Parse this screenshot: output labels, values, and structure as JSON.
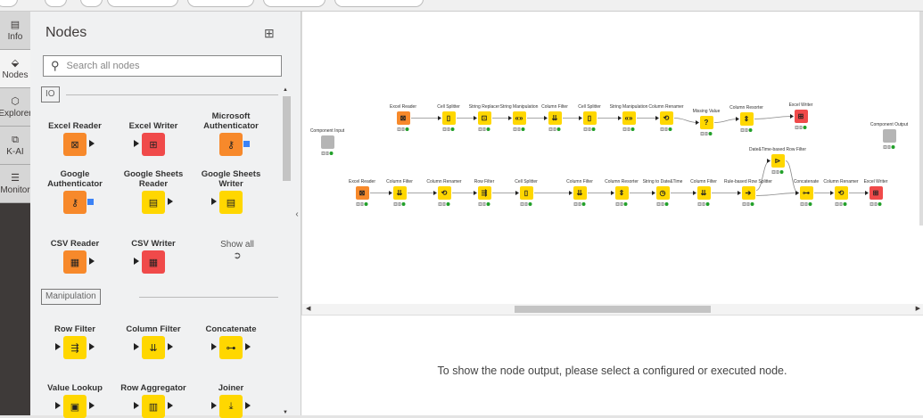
{
  "rail": {
    "items": [
      {
        "label": "Info",
        "icon": "info-icon"
      },
      {
        "label": "Nodes",
        "icon": "nodes-icon",
        "active": true
      },
      {
        "label": "Explorer",
        "icon": "explorer-icon"
      },
      {
        "label": "K-AI",
        "icon": "kai-icon"
      },
      {
        "label": "Monitor",
        "icon": "monitor-icon"
      }
    ]
  },
  "panel": {
    "title": "Nodes",
    "search_placeholder": "Search all nodes",
    "sections": [
      {
        "label": "IO",
        "nodes": [
          {
            "label": "Excel Reader",
            "color": "#f7892b",
            "glyph": "⊠",
            "in": false,
            "out": true
          },
          {
            "label": "Excel Writer",
            "color": "#f04a4a",
            "glyph": "⊞",
            "in": true,
            "out": false
          },
          {
            "label": "Microsoft Authenticator",
            "color": "#f7892b",
            "glyph": "⚷",
            "blue": true
          },
          {
            "label": "Google Authenticator",
            "color": "#f7892b",
            "glyph": "⚷",
            "blue": true
          },
          {
            "label": "Google Sheets Reader",
            "color": "#ffd700",
            "glyph": "▤",
            "out": true
          },
          {
            "label": "Google Sheets Writer",
            "color": "#ffd700",
            "glyph": "▤",
            "in": true
          },
          {
            "label": "CSV Reader",
            "color": "#f7892b",
            "glyph": "▦",
            "out": true
          },
          {
            "label": "CSV Writer",
            "color": "#f04a4a",
            "glyph": "▦",
            "in": true
          }
        ],
        "show_all": "Show all"
      },
      {
        "label": "Manipulation",
        "nodes": [
          {
            "label": "Row Filter",
            "color": "#ffd700",
            "glyph": "⇶",
            "in": true,
            "out": true
          },
          {
            "label": "Column Filter",
            "color": "#ffd700",
            "glyph": "⇊",
            "in": true,
            "out": true
          },
          {
            "label": "Concatenate",
            "color": "#ffd700",
            "glyph": "⊶",
            "in": true,
            "out": true
          },
          {
            "label": "Value Lookup",
            "color": "#ffd700",
            "glyph": "▣",
            "in": true,
            "out": true
          },
          {
            "label": "Row Aggregator",
            "color": "#ffd700",
            "glyph": "▥",
            "in": true,
            "out": true
          },
          {
            "label": "Joiner",
            "color": "#ffd700",
            "glyph": "⤓",
            "in": true,
            "out": true
          }
        ]
      }
    ]
  },
  "workflow": {
    "component_input": "Component Input",
    "component_output": "Component Output",
    "nodes": [
      {
        "label": "Excel Reader",
        "color": "#f7892b",
        "glyph": "⊠"
      },
      {
        "label": "Cell Splitter",
        "color": "#ffd700",
        "glyph": "▯"
      },
      {
        "label": "String Replacer",
        "color": "#ffd700",
        "glyph": "⊡"
      },
      {
        "label": "String Manipulation",
        "color": "#ffd700",
        "glyph": "«»"
      },
      {
        "label": "Column Filter",
        "color": "#ffd700",
        "glyph": "⇊"
      },
      {
        "label": "Cell Splitter",
        "color": "#ffd700",
        "glyph": "▯"
      },
      {
        "label": "String Manipulation",
        "color": "#ffd700",
        "glyph": "«»"
      },
      {
        "label": "Column Renamer",
        "color": "#ffd700",
        "glyph": "⟲"
      },
      {
        "label": "Missing Value",
        "color": "#ffd700",
        "glyph": "?"
      },
      {
        "label": "Column Resorter",
        "color": "#ffd700",
        "glyph": "⇕"
      },
      {
        "label": "Excel Writer",
        "color": "#f04a4a",
        "glyph": "⊞"
      },
      {
        "label": "Excel Reader",
        "color": "#f7892b",
        "glyph": "⊠"
      },
      {
        "label": "Column Filter",
        "color": "#ffd700",
        "glyph": "⇊"
      },
      {
        "label": "Column Renamer",
        "color": "#ffd700",
        "glyph": "⟲"
      },
      {
        "label": "Row Filter",
        "color": "#ffd700",
        "glyph": "⇶"
      },
      {
        "label": "Cell Splitter",
        "color": "#ffd700",
        "glyph": "▯"
      },
      {
        "label": "Column Filter",
        "color": "#ffd700",
        "glyph": "⇊"
      },
      {
        "label": "Column Resorter",
        "color": "#ffd700",
        "glyph": "⇕"
      },
      {
        "label": "String to Date&Time",
        "color": "#ffd700",
        "glyph": "◷"
      },
      {
        "label": "Column Filter",
        "color": "#ffd700",
        "glyph": "⇊"
      },
      {
        "label": "Rule-based Row Splitter",
        "color": "#ffd700",
        "glyph": "➔"
      },
      {
        "label": "Date&Time-based Row Filter",
        "color": "#ffd700",
        "glyph": "⊳"
      },
      {
        "label": "Concatenate",
        "color": "#ffd700",
        "glyph": "⊶"
      },
      {
        "label": "Column Renamer",
        "color": "#ffd700",
        "glyph": "⟲"
      },
      {
        "label": "Excel Writer",
        "color": "#f04a4a",
        "glyph": "⊞"
      }
    ]
  },
  "output": {
    "message": "To show the node output, please select a configured or executed node."
  }
}
